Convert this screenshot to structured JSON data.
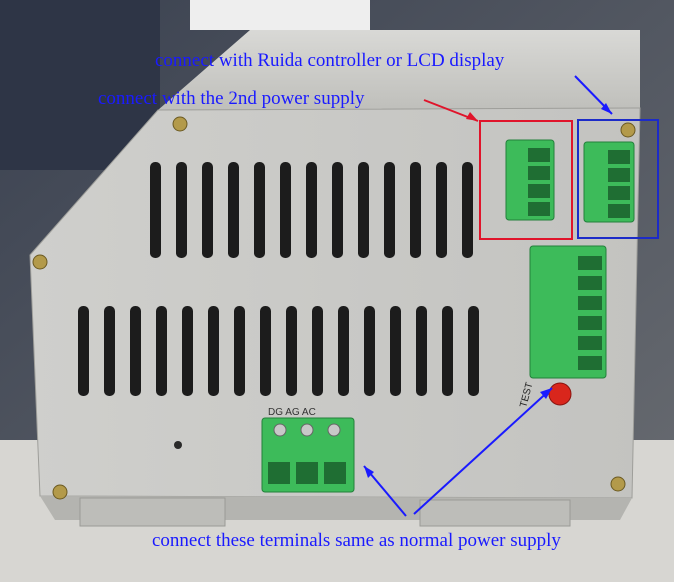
{
  "annotations": {
    "ruida_controller": "connect with Ruida controller or LCD display",
    "second_power_supply": "connect with the 2nd power supply",
    "normal_terminals": "connect these terminals same as normal power supply"
  },
  "device_labels": {
    "test_button": "TEST",
    "terminal_pins": "DG AG AC"
  },
  "colors": {
    "annotation_text": "#1a1aff",
    "arrow_blue": "#1a1aff",
    "arrow_red": "#e0142b",
    "box_red": "#e0142b",
    "box_blue": "#1c2bc8",
    "terminal_green": "#3dbb5a",
    "chassis": "#c9c9c6",
    "test_button_red": "#d9261c"
  }
}
